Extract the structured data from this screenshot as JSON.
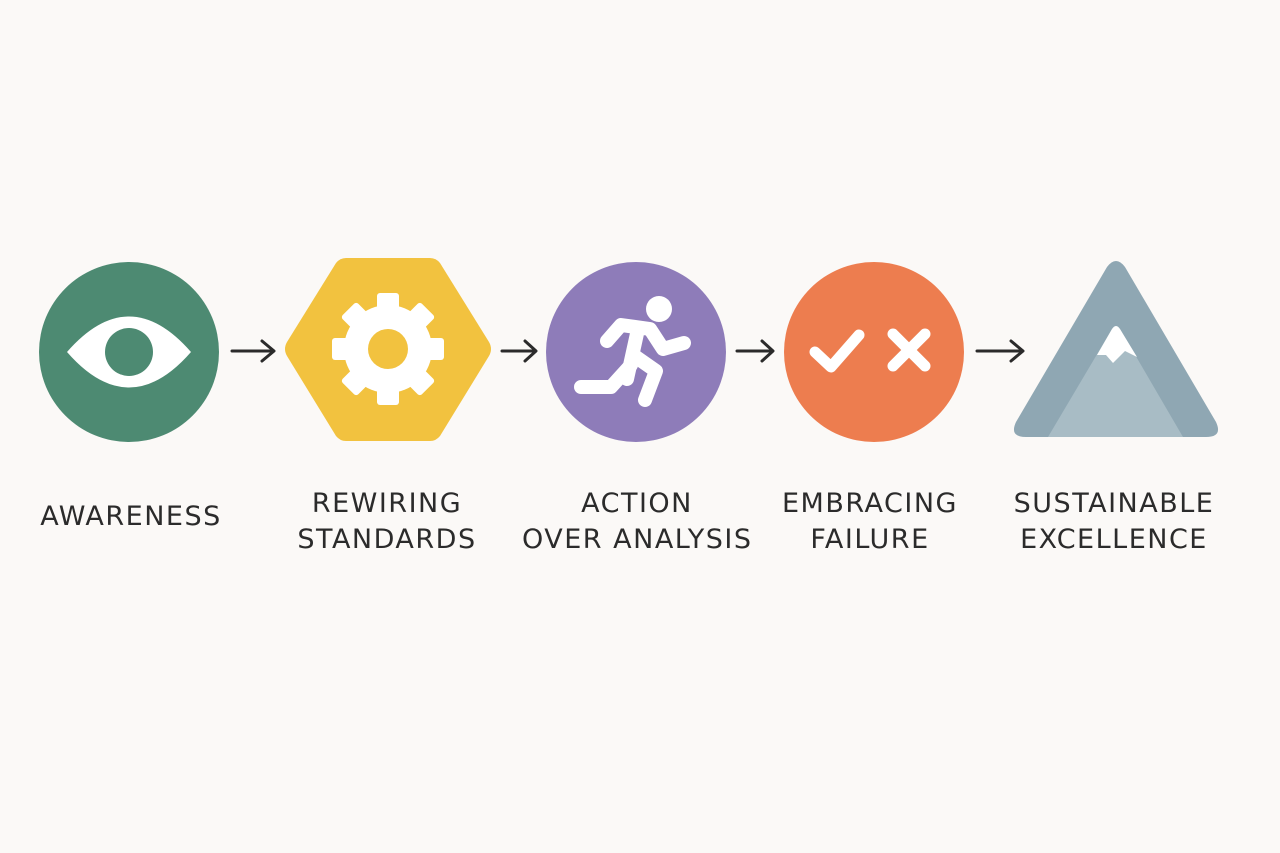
{
  "steps": [
    {
      "id": "awareness",
      "lines": [
        "AWARENESS"
      ],
      "color": "#4d8a72",
      "shape": "circle",
      "icon": "eye-icon"
    },
    {
      "id": "rewiring-standards",
      "lines": [
        "REWIRING",
        "STANDARDS"
      ],
      "color": "#f2c23f",
      "shape": "hexagon",
      "icon": "gear-icon"
    },
    {
      "id": "action-over-analysis",
      "lines": [
        "ACTION",
        "OVER ANALYSIS"
      ],
      "color": "#8e7cb9",
      "shape": "circle",
      "icon": "running-person-icon"
    },
    {
      "id": "embracing-failure",
      "lines": [
        "EMBRACING",
        "FAILURE"
      ],
      "color": "#ed7d4f",
      "shape": "circle",
      "icon": "check-cross-icon"
    },
    {
      "id": "sustainable-excellence",
      "lines": [
        "SUSTAINABLE",
        "EXCELLENCE"
      ],
      "color": "#8fa7b3",
      "shape": "triangle",
      "icon": "mountain-icon"
    }
  ],
  "colors": {
    "background": "#fbf9f7",
    "text": "#2b2b2b",
    "arrow": "#2b2b2b",
    "icon": "#ffffff"
  }
}
